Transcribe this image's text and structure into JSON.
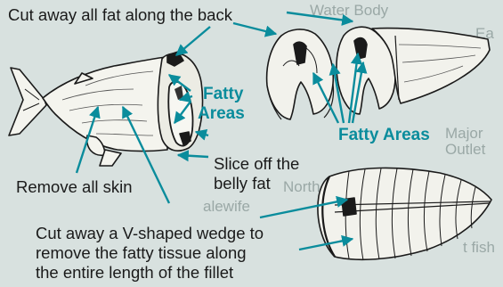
{
  "colors": {
    "background": "#d8e1df",
    "accent": "#0a8c9c",
    "ink": "#1a1a1a",
    "ghost_text": "#9aa8a6"
  },
  "labels": {
    "back_fat": "Cut away all fat along the back",
    "fatty_areas_fish_line1": "Fatty",
    "fatty_areas_fish_line2": "Areas",
    "fatty_areas_steaks": "Fatty Areas",
    "remove_skin": "Remove all skin",
    "belly_fat_line1": "Slice off the",
    "belly_fat_line2": "belly fat",
    "wedge_line1": "Cut away a V-shaped wedge to",
    "wedge_line2": "remove the fatty tissue along",
    "wedge_line3": "the entire length of the fillet"
  },
  "ghost_text": {
    "water_body": "Water Body",
    "ea": "Ea",
    "major": "Major",
    "outlet": "Outlet",
    "north": "North F",
    "alewife": "alewife",
    "tfish": "t fish"
  },
  "icons": [
    "whole-fish-icon",
    "fish-steaks-icon",
    "fillet-icon",
    "arrow-icon"
  ]
}
